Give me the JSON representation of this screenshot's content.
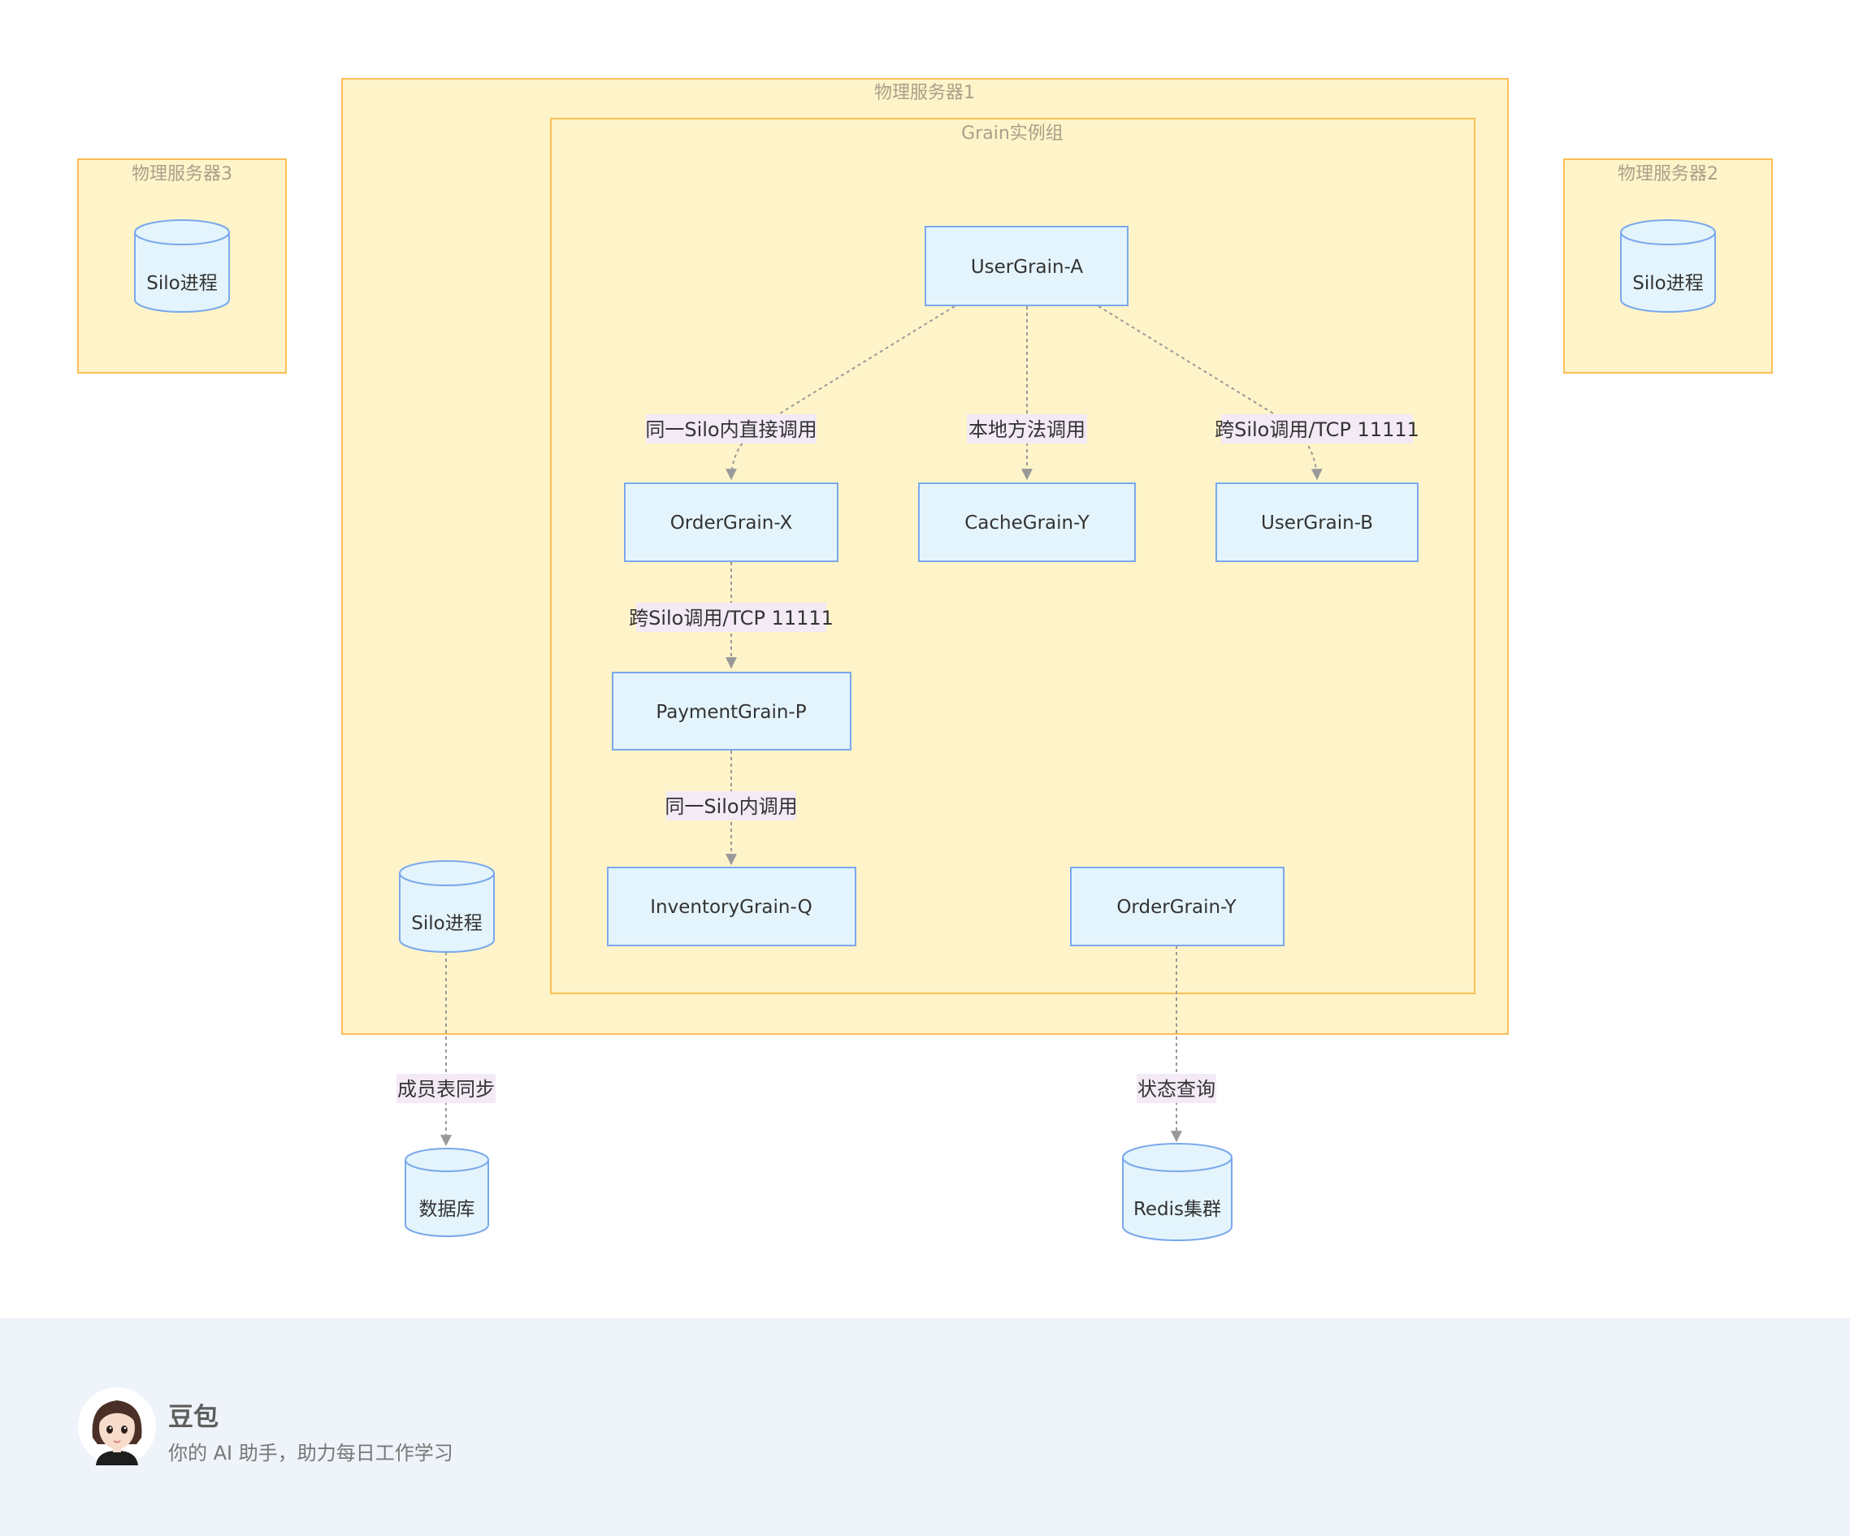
{
  "groups": {
    "server1": "物理服务器1",
    "grain_group": "Grain实例组",
    "server2": "物理服务器2",
    "server3": "物理服务器3"
  },
  "nodes": {
    "user_grain_a": "UserGrain-A",
    "order_grain_x": "OrderGrain-X",
    "cache_grain_y": "CacheGrain-Y",
    "user_grain_b": "UserGrain-B",
    "payment_grain_p": "PaymentGrain-P",
    "inventory_grain_q": "InventoryGrain-Q",
    "order_grain_y": "OrderGrain-Y",
    "silo_process_1": "Silo进程",
    "silo_process_2": "Silo进程",
    "silo_process_3": "Silo进程",
    "database": "数据库",
    "redis_cluster": "Redis集群"
  },
  "edges": {
    "a_to_x": "同一Silo内直接调用",
    "a_to_cache": "本地方法调用",
    "a_to_b": "跨Silo调用/TCP 11111",
    "x_to_p": "跨Silo调用/TCP 11111",
    "p_to_q": "同一Silo内调用",
    "silo_to_db": "成员表同步",
    "y_to_redis": "状态查询"
  },
  "colors": {
    "group_fill": "#fff4c9",
    "group_border": "#fbbe58",
    "group_title": "#a9a08a",
    "node_fill": "#e4f4fc",
    "node_border": "#7aa8ec",
    "edge": "#999999",
    "edge_label_bg": "#f3eaf6",
    "footer_bg": "#eff3fa"
  },
  "footer": {
    "brand": "豆包",
    "tagline": "你的 AI 助手，助力每日工作学习",
    "avatar_icon": "assistant-avatar-icon"
  }
}
